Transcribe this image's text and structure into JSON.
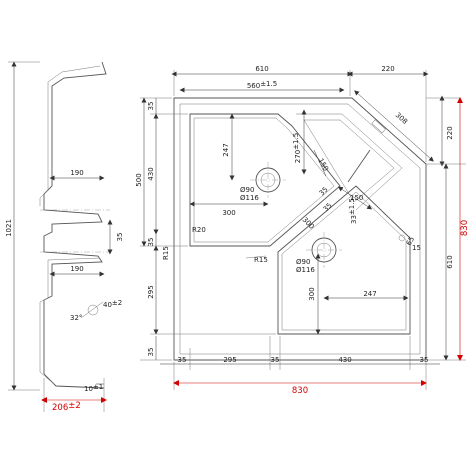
{
  "drawing": {
    "top": {
      "overall_width": "610",
      "right_offset": "220",
      "inner_width": "560",
      "inner_width_tol": "±1.5",
      "left_sink_depth": "247",
      "waste_offset_1": "270",
      "waste_offset_1_tol": "±1.5",
      "mid_offset": "150",
      "angled_length": "308",
      "right_vertical": "220"
    },
    "left": {
      "top_margin": "35",
      "sink_height": "430",
      "full_height": "500",
      "sink_height_2": "295",
      "bottom_margin": "35",
      "bottom_margin_2": "35"
    },
    "interior": {
      "drain1_dia": "Ø90",
      "drain1_outer": "Ø116",
      "drain1_offset": "300",
      "radius_20": "R20",
      "radius_15_left": "R15",
      "radius_15_mid": "R15",
      "dim_35a": "35",
      "dim_35b": "35",
      "dim_150": "150",
      "dim_300_mid": "300",
      "drain2_offset": "33",
      "drain2_offset_tol": "±1.5",
      "drain2_dia": "Ø90",
      "drain2_outer": "Ø116",
      "drain2_vertical": "300",
      "drain2_horizontal": "247",
      "dim_65": "65",
      "dim_15": "15"
    },
    "bottom": {
      "left_margin": "35",
      "dim_295": "295",
      "mid_margin": "35",
      "dim_430": "430",
      "right_margin": "35",
      "overall_width": "830"
    },
    "right": {
      "height_610": "610",
      "overall_height": "830"
    },
    "profile": {
      "overall_length": "1021",
      "width_190_top": "190",
      "dim_35": "35",
      "width_190_bottom": "190",
      "drain_dia": "40",
      "drain_dia_tol": "±2",
      "angle": "32°",
      "flange": "10",
      "flange_tol": "±1",
      "depth": "206",
      "depth_tol": "±2"
    }
  }
}
